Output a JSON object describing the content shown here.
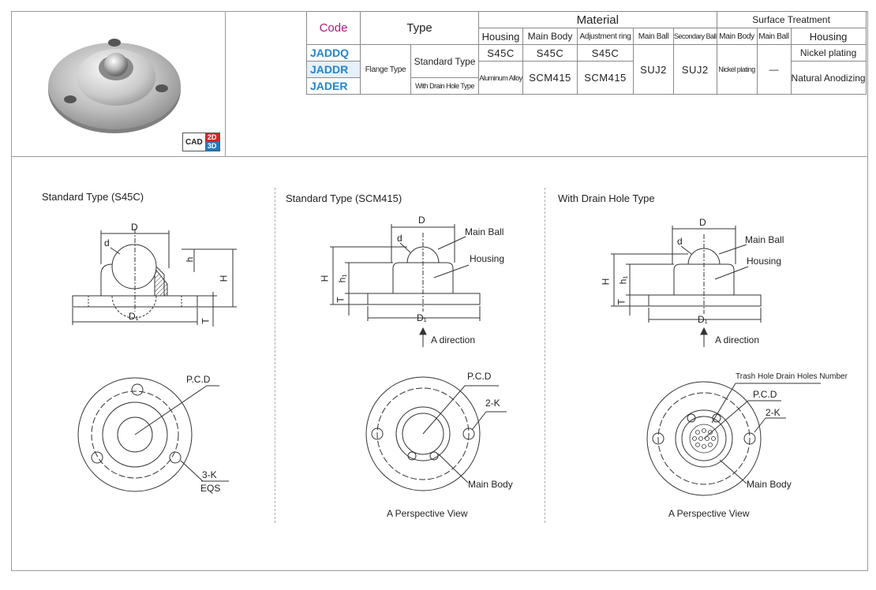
{
  "photo": {
    "cad_label": "CAD",
    "cad_2d": "2D",
    "cad_3d": "3D"
  },
  "table": {
    "code_header": "Code",
    "type_header": "Type",
    "material_header": "Material",
    "surface_header": "Surface Treatment",
    "subheaders": [
      "Housing",
      "Main Body",
      "Adjustment ring",
      "Main Ball",
      "Secondary Ball",
      "Main Body",
      "Main Ball",
      "Housing"
    ],
    "rows": [
      {
        "code": "JADDQ",
        "housing": "S45C",
        "main_body": "S45C",
        "adjustment_ring": "S45C",
        "st_housing": "Nickel plating"
      },
      {
        "code": "JADDR",
        "type": "Flange Type",
        "subtype": "Standard Type",
        "housing": "Aluminum Alloy",
        "main_body": "SCM415",
        "adjustment_ring": "SCM415",
        "main_ball": "SUJ2",
        "secondary_ball": "SUJ2",
        "st_main_body": "Nickel plating",
        "st_main_ball": "—",
        "st_housing": "Natural Anodizing"
      },
      {
        "code": "JADER",
        "subtype": "With Drain Hole Type"
      }
    ]
  },
  "panels": [
    {
      "title": "Standard Type",
      "title_suffix": "(S45C)",
      "labels": {
        "D": "D",
        "d": "d",
        "h": "h",
        "H": "H",
        "T": "T",
        "D1": "D₁",
        "pcd": "P.C.D",
        "k": "3-K",
        "eqs": "EQS"
      }
    },
    {
      "title": "Standard Type",
      "title_suffix": "(SCM415)",
      "labels": {
        "D": "D",
        "d": "d",
        "main_ball": "Main Ball",
        "housing": "Housing",
        "H": "H",
        "h1": "h₁",
        "T": "T",
        "D1": "D₁",
        "a_dir": "A direction",
        "pcd": "P.C.D",
        "k": "2-K",
        "main_body": "Main Body",
        "persp": "A Perspective View"
      }
    },
    {
      "title": "With Drain Hole Type",
      "labels": {
        "D": "D",
        "d": "d",
        "main_ball": "Main Ball",
        "housing": "Housing",
        "H": "H",
        "h1": "h₁",
        "T": "T",
        "D1": "D₁",
        "a_dir": "A direction",
        "trash": "Trash Hole Drain Holes Number",
        "pcd": "P.C.D",
        "k": "2-K",
        "main_body": "Main Body",
        "persp": "A Perspective View"
      }
    }
  ]
}
